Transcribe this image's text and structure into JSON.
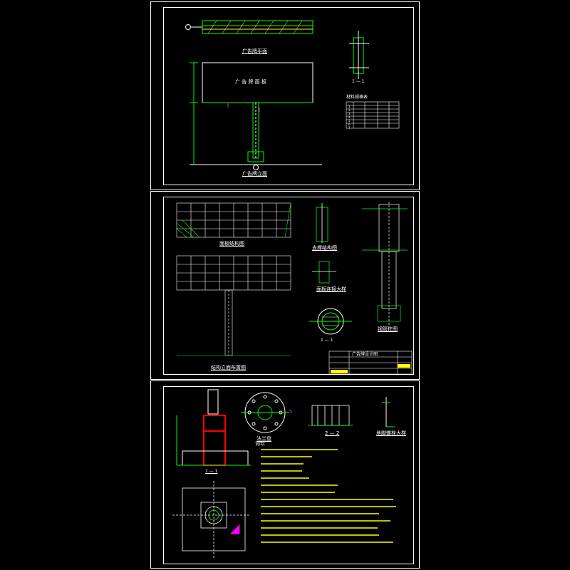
{
  "colors": {
    "background": "#000000",
    "outline": "#ffffff",
    "structure": "#00ff00",
    "highlight": "#ffff00",
    "accent": "#ff00ff",
    "annotation": "#00ffff",
    "section": "#ff0000"
  },
  "sheet1": {
    "plan_title": "广告牌平面",
    "elevation_title": "广告牌立面",
    "board_text": "广 告 牌 面 板",
    "section_mark": "1 — 1",
    "table_title": "材料规格表",
    "table_rows": [
      [
        "1",
        "",
        ""
      ],
      [
        "2",
        "",
        ""
      ],
      [
        "3",
        "",
        ""
      ],
      [
        "4",
        "",
        ""
      ],
      [
        "5",
        "",
        ""
      ],
      [
        "6",
        "",
        ""
      ],
      [
        "7",
        "",
        ""
      ]
    ]
  },
  "sheet2": {
    "frame_plan_title": "面板结构图",
    "support_detail_title": "支撑结构图",
    "connection_title": "面板连接大样",
    "elevation_title": "结构立面布置图",
    "column_title": "钢管柱图",
    "section_mark": "1 — 1",
    "title_block_name": "广告牌设计图"
  },
  "sheet3": {
    "foundation_section_mark": "1 — 1",
    "flange_title": "法兰盘",
    "section_2_mark": "2 — 2",
    "anchor_title": "地脚螺栓大样",
    "notes_title": "说明：",
    "notes_count": 14
  }
}
